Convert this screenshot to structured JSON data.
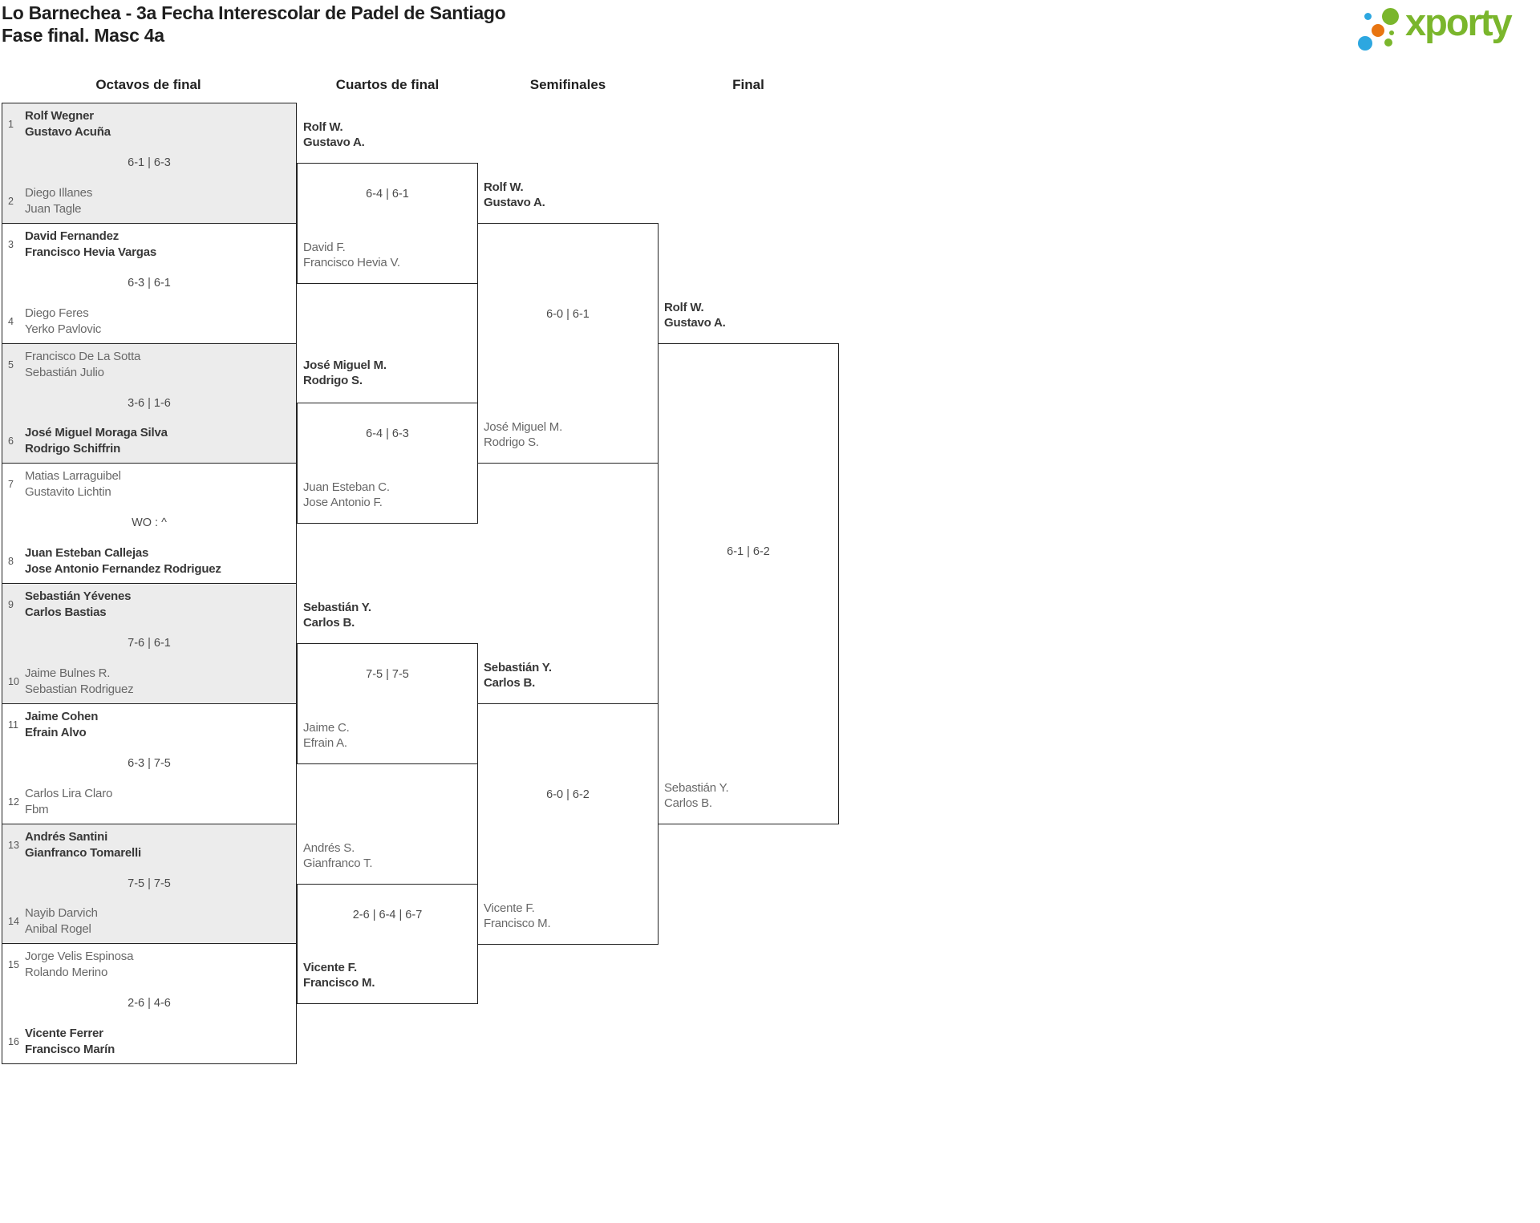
{
  "header": {
    "title_line1": "Lo Barnechea - 3a Fecha Interescolar de Padel de Santiago",
    "title_line2": "Fase final. Masc 4a",
    "logo_text": "xporty",
    "logo_colors": {
      "green": "#7ab62c",
      "blue": "#2da7e0",
      "orange": "#e87511"
    }
  },
  "columns": {
    "round_of_16": "Octavos de final",
    "quarterfinals": "Cuartos de final",
    "semifinals": "Semifinales",
    "final": "Final"
  },
  "bracket": {
    "round_of_16": [
      {
        "seed1": "1",
        "team1": [
          "Rolf Wegner",
          "Gustavo Acuña"
        ],
        "team1_winner": true,
        "score": "6-1 | 6-3",
        "seed2": "2",
        "team2": [
          "Diego Illanes",
          "Juan Tagle"
        ],
        "team2_winner": false
      },
      {
        "seed1": "3",
        "team1": [
          "David Fernandez",
          "Francisco Hevia Vargas"
        ],
        "team1_winner": true,
        "score": "6-3 | 6-1",
        "seed2": "4",
        "team2": [
          "Diego Feres",
          "Yerko Pavlovic"
        ],
        "team2_winner": false
      },
      {
        "seed1": "5",
        "team1": [
          "Francisco De La Sotta",
          "Sebastián Julio"
        ],
        "team1_winner": false,
        "score": "3-6 | 1-6",
        "seed2": "6",
        "team2": [
          "José Miguel Moraga Silva",
          "Rodrigo Schiffrin"
        ],
        "team2_winner": true
      },
      {
        "seed1": "7",
        "team1": [
          "Matias Larraguibel",
          "Gustavito Lichtin"
        ],
        "team1_winner": false,
        "score": "WO : ^",
        "seed2": "8",
        "team2": [
          "Juan Esteban Callejas",
          "Jose Antonio Fernandez Rodriguez"
        ],
        "team2_winner": true
      },
      {
        "seed1": "9",
        "team1": [
          "Sebastián Yévenes",
          "Carlos Bastias"
        ],
        "team1_winner": true,
        "score": "7-6 | 6-1",
        "seed2": "10",
        "team2": [
          "Jaime Bulnes R.",
          "Sebastian Rodriguez"
        ],
        "team2_winner": false
      },
      {
        "seed1": "11",
        "team1": [
          "Jaime Cohen",
          "Efrain Alvo"
        ],
        "team1_winner": true,
        "score": "6-3 | 7-5",
        "seed2": "12",
        "team2": [
          "Carlos Lira Claro",
          "Fbm"
        ],
        "team2_winner": false
      },
      {
        "seed1": "13",
        "team1": [
          "Andrés Santini",
          "Gianfranco Tomarelli"
        ],
        "team1_winner": true,
        "score": "7-5 | 7-5",
        "seed2": "14",
        "team2": [
          "Nayib Darvich",
          "Anibal Rogel"
        ],
        "team2_winner": false
      },
      {
        "seed1": "15",
        "team1": [
          "Jorge Velis Espinosa",
          "Rolando Merino"
        ],
        "team1_winner": false,
        "score": "2-6 | 4-6",
        "seed2": "16",
        "team2": [
          "Vicente Ferrer",
          "Francisco Marín"
        ],
        "team2_winner": true
      }
    ],
    "quarterfinals": [
      {
        "team1": [
          "Rolf W.",
          "Gustavo A."
        ],
        "team1_winner": true,
        "score": "6-4 | 6-1",
        "team2": [
          "David F.",
          "Francisco Hevia V."
        ],
        "team2_winner": false
      },
      {
        "team1": [
          "José Miguel M.",
          "Rodrigo S."
        ],
        "team1_winner": true,
        "score": "6-4 | 6-3",
        "team2": [
          "Juan Esteban C.",
          "Jose Antonio F."
        ],
        "team2_winner": false
      },
      {
        "team1": [
          "Sebastián Y.",
          "Carlos B."
        ],
        "team1_winner": true,
        "score": "7-5 | 7-5",
        "team2": [
          "Jaime C.",
          "Efrain A."
        ],
        "team2_winner": false
      },
      {
        "team1": [
          "Andrés S.",
          "Gianfranco T."
        ],
        "team1_winner": false,
        "score": "2-6 | 6-4 | 6-7",
        "team2": [
          "Vicente F.",
          "Francisco M."
        ],
        "team2_winner": true
      }
    ],
    "semifinals": [
      {
        "team1": [
          "Rolf W.",
          "Gustavo A."
        ],
        "team1_winner": true,
        "score": "6-0 | 6-1",
        "team2": [
          "José Miguel M.",
          "Rodrigo S."
        ],
        "team2_winner": false
      },
      {
        "team1": [
          "Sebastián Y.",
          "Carlos B."
        ],
        "team1_winner": true,
        "score": "6-0 | 6-2",
        "team2": [
          "Vicente F.",
          "Francisco M."
        ],
        "team2_winner": false
      }
    ],
    "final": [
      {
        "team1": [
          "Rolf W.",
          "Gustavo A."
        ],
        "team1_winner": true,
        "score": "6-1 | 6-2",
        "team2": [
          "Sebastián Y.",
          "Carlos B."
        ],
        "team2_winner": false
      }
    ]
  }
}
